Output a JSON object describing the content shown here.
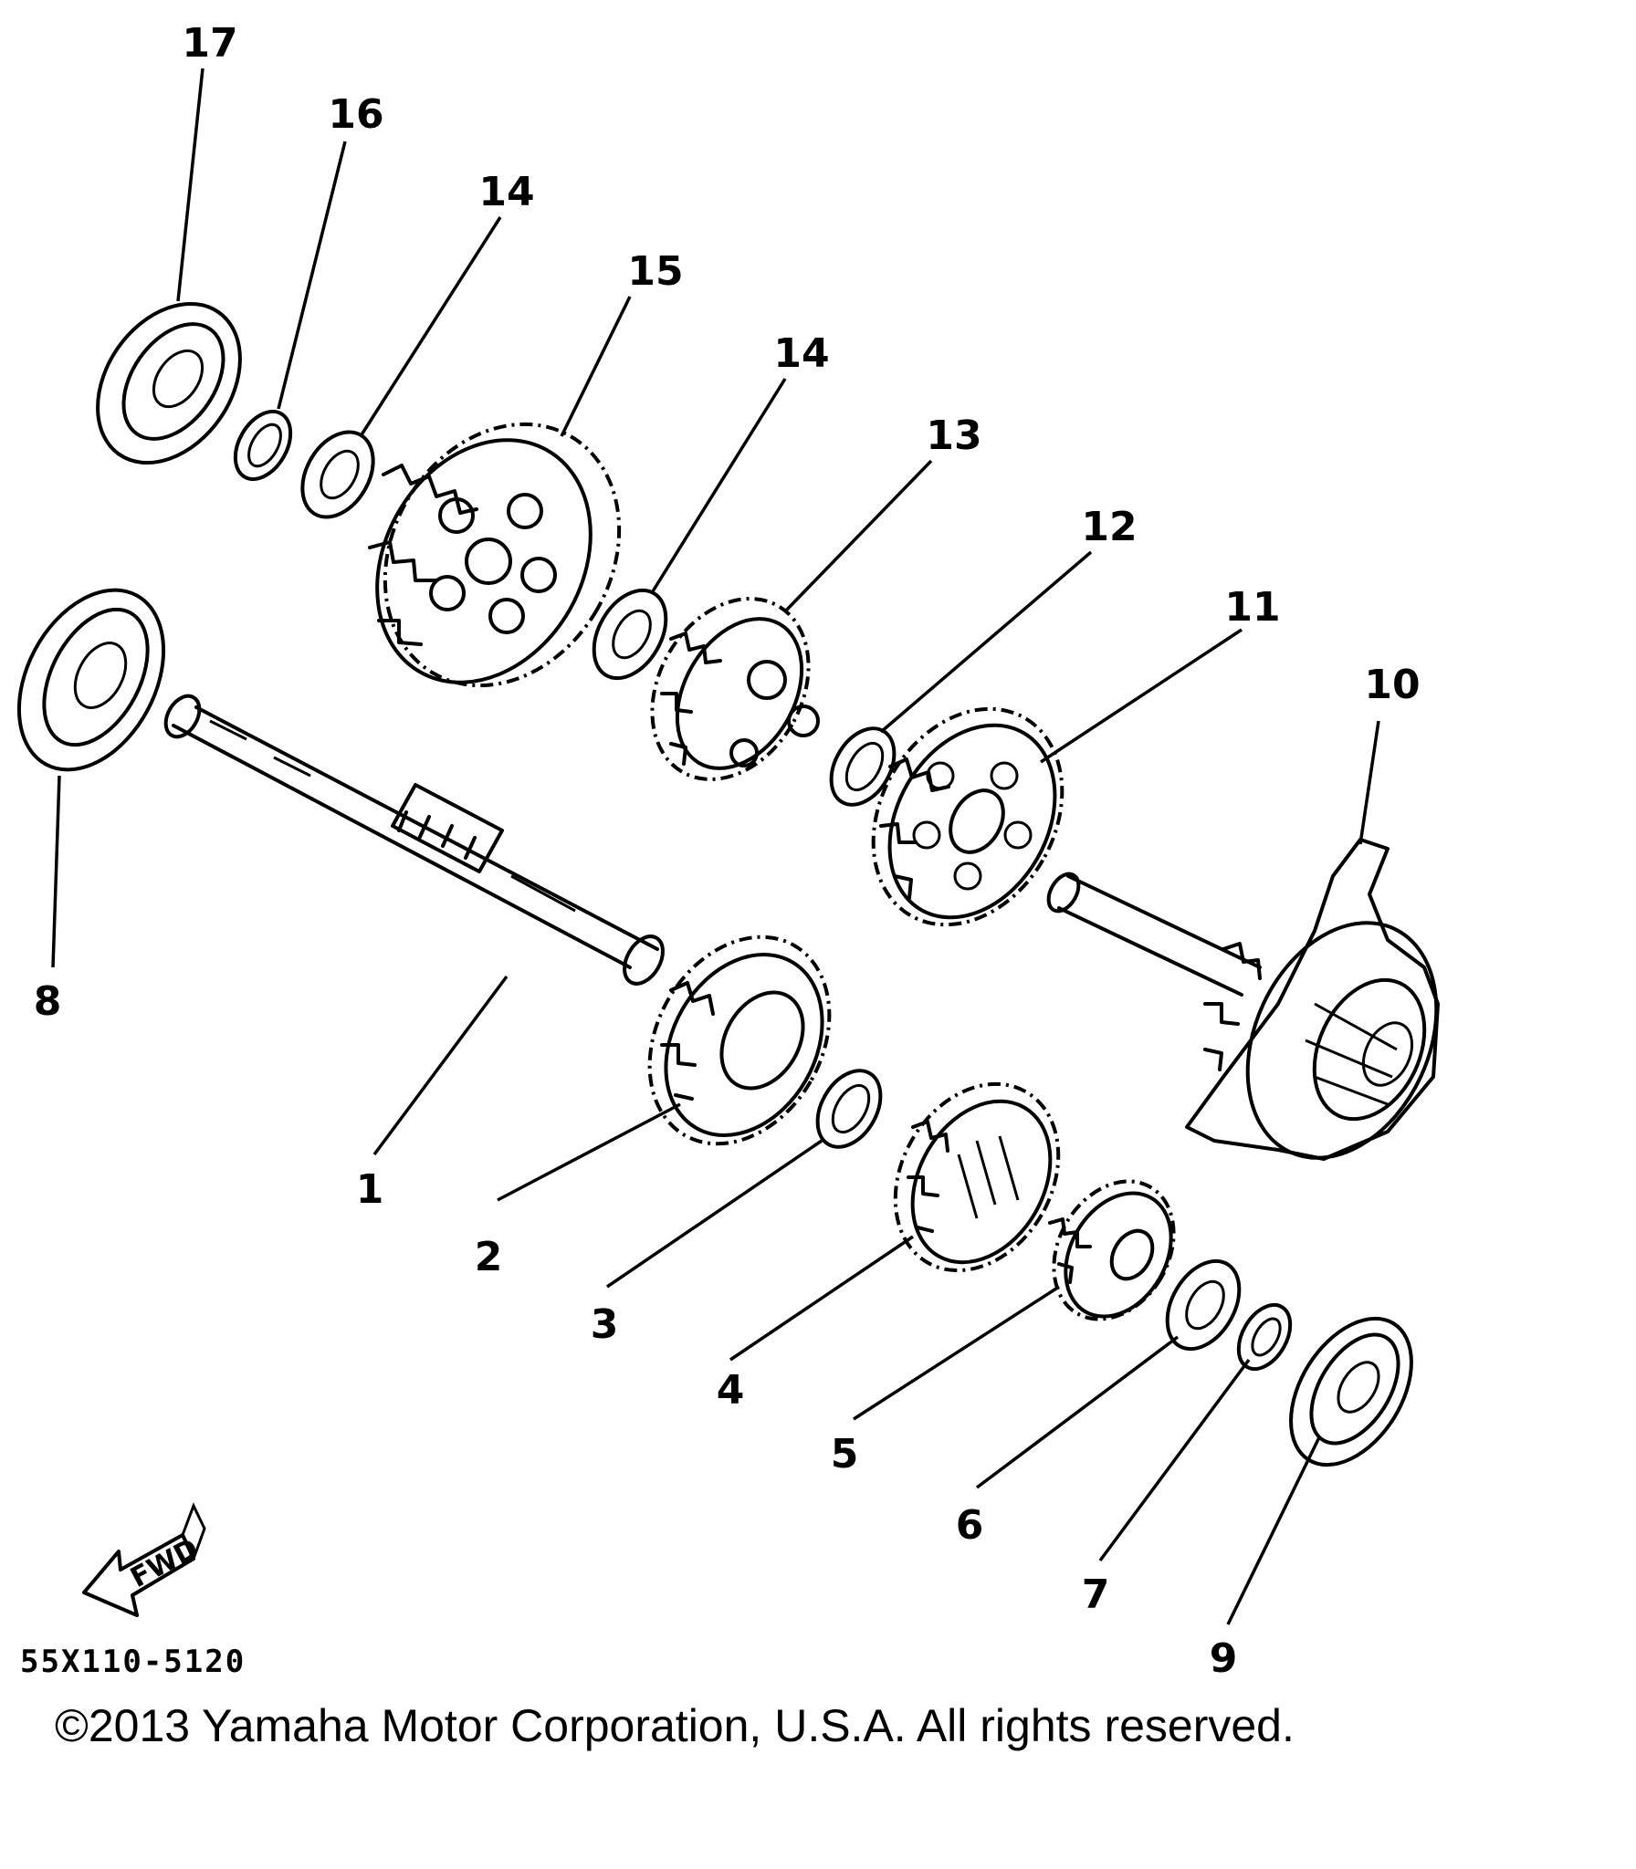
{
  "callouts": [
    {
      "label": "17"
    },
    {
      "label": "16"
    },
    {
      "label": "14"
    },
    {
      "label": "15"
    },
    {
      "label": "14"
    },
    {
      "label": "13"
    },
    {
      "label": "12"
    },
    {
      "label": "11"
    },
    {
      "label": "10"
    },
    {
      "label": "8"
    },
    {
      "label": "1"
    },
    {
      "label": "2"
    },
    {
      "label": "3"
    },
    {
      "label": "4"
    },
    {
      "label": "5"
    },
    {
      "label": "6"
    },
    {
      "label": "7"
    },
    {
      "label": "9"
    }
  ],
  "fwd_label": "FWD",
  "diagram_code": "55X110-5120",
  "copyright": "©2013 Yamaha Motor Corporation, U.S.A. All rights reserved."
}
